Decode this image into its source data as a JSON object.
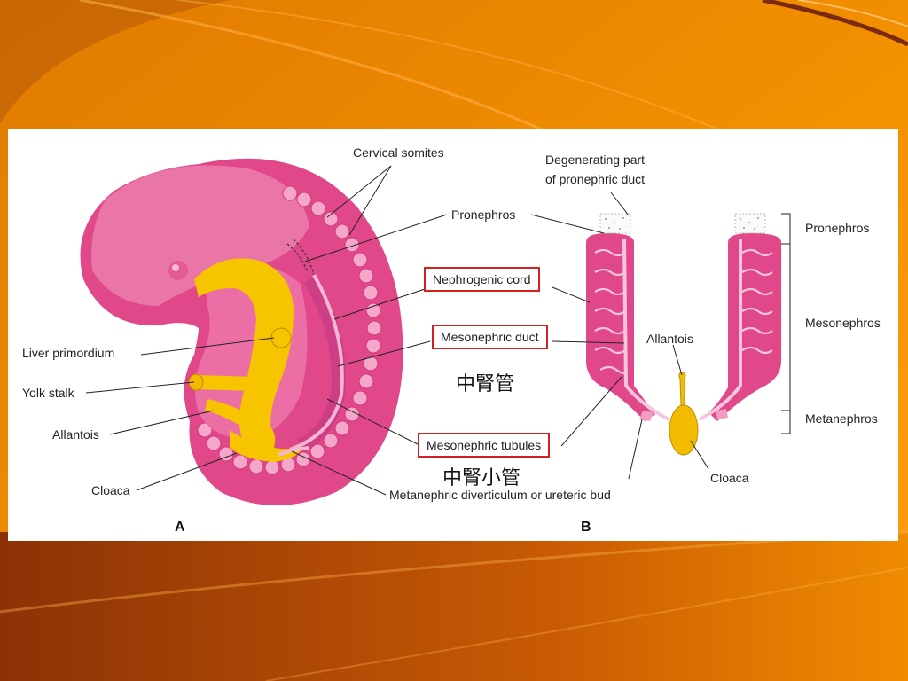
{
  "figure": {
    "panel_a": {
      "letter": "A",
      "labels": {
        "cervical_somites": "Cervical somites",
        "pronephros": "Pronephros",
        "nephrogenic_cord": "Nephrogenic cord",
        "mesonephric_duct": "Mesonephric duct",
        "mesonephric_tubules": "Mesonephric tubules",
        "liver_primordium": "Liver primordium",
        "yolk_stalk": "Yolk stalk",
        "allantois": "Allantois",
        "cloaca": "Cloaca",
        "metanephric_diverticulum": "Metanephric diverticulum or ureteric bud"
      }
    },
    "panel_b": {
      "letter": "B",
      "labels": {
        "degenerating_part_line1": "Degenerating part",
        "degenerating_part_line2": "of pronephric duct",
        "allantois": "Allantois",
        "cloaca": "Cloaca"
      },
      "regions": {
        "pronephros": "Pronephros",
        "mesonephros": "Mesonephros",
        "metanephros": "Metanephros"
      }
    },
    "annotations": {
      "mesonephric_duct_cn": "中腎管",
      "mesonephric_tubules_cn": "中腎小管"
    }
  },
  "colors": {
    "slide_orange": "#f39100",
    "slide_dark": "#9a3b08",
    "embryo_pink": "#e0488a",
    "embryo_light": "#f29cc0",
    "gut_yellow": "#f7c400",
    "highlight_box": "#d42020"
  }
}
